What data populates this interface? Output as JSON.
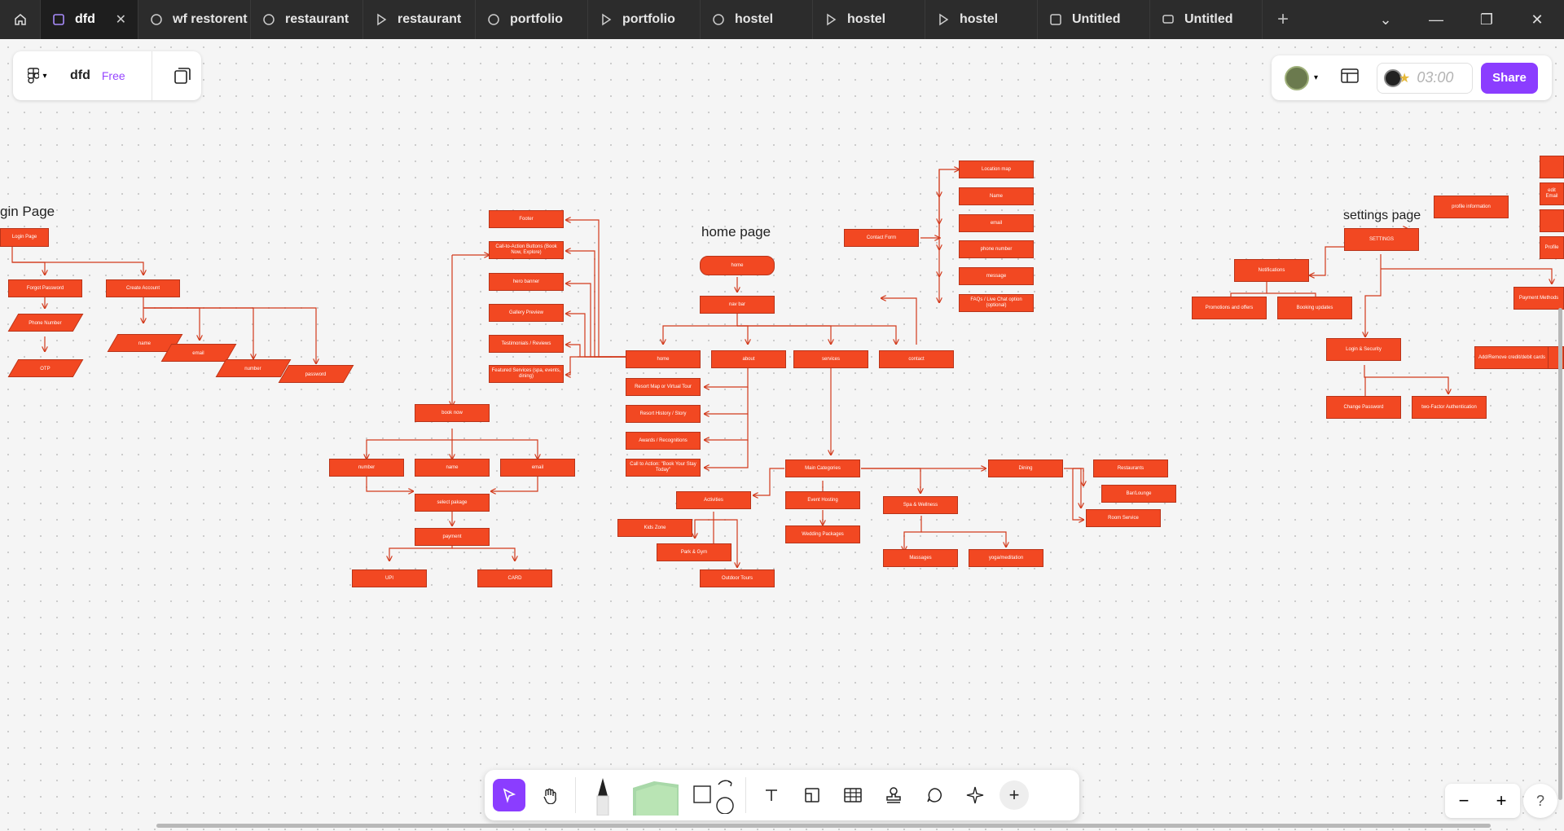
{
  "tabs": [
    {
      "label": "dfd",
      "active": true
    },
    {
      "label": "wf restorent"
    },
    {
      "label": "restaurant"
    },
    {
      "label": "restaurant"
    },
    {
      "label": "portfolio"
    },
    {
      "label": "portfolio"
    },
    {
      "label": "hostel"
    },
    {
      "label": "hostel"
    },
    {
      "label": "hostel"
    },
    {
      "label": "Untitled"
    },
    {
      "label": "Untitled"
    }
  ],
  "file": {
    "name": "dfd",
    "plan": "Free"
  },
  "header": {
    "timer": "03:00",
    "share": "Share"
  },
  "headings": {
    "login": "gin Page",
    "home": "home page",
    "settings": "settings page"
  },
  "login": [
    "Login Page",
    "Forgot Password",
    "Create Account",
    "Phone Number",
    "OTP",
    "name",
    "email",
    "number",
    "password"
  ],
  "home": [
    "home",
    "nav bar",
    "home",
    "about",
    "services",
    "contact",
    "Footer",
    "Call-to-Action Buttons (Book Now, Explore)",
    "hero banner",
    "Gallery Preview",
    "Testimonials / Reviews",
    "Featured Services (spa, events, dining)",
    "book now",
    "number",
    "name",
    "email",
    "select pakage",
    "payment",
    "UPI",
    "CARD",
    "Resort Map or Virtual Tour",
    "Resort History / Story",
    "Awards / Recognitions",
    "Call to Action: \"Book Your Stay Today\"",
    "Main Categories",
    "Activities",
    "Kids Zone",
    "Park & Gym",
    "Outdoor Tours",
    "Event Hosting",
    "Wedding Packages",
    "Spa & Wellness",
    "Massages",
    "yoga/meditation",
    "Dining",
    "Restaurants",
    "Bar/Lounge",
    "Room Service",
    "Contact Form",
    "Location map",
    "Name",
    "email",
    "phone number",
    "message",
    "FAQs / Live Chat option (optional)"
  ],
  "settings": [
    "SETTINGS",
    "profile information",
    "Notifications",
    "Promotions and offers",
    "Booking updates",
    "Login & Security",
    "Change Password",
    "two-Factor Authentication",
    "Payment Methods",
    "Add/Remove credit/debit cards",
    "edit Email",
    "Profile"
  ]
}
